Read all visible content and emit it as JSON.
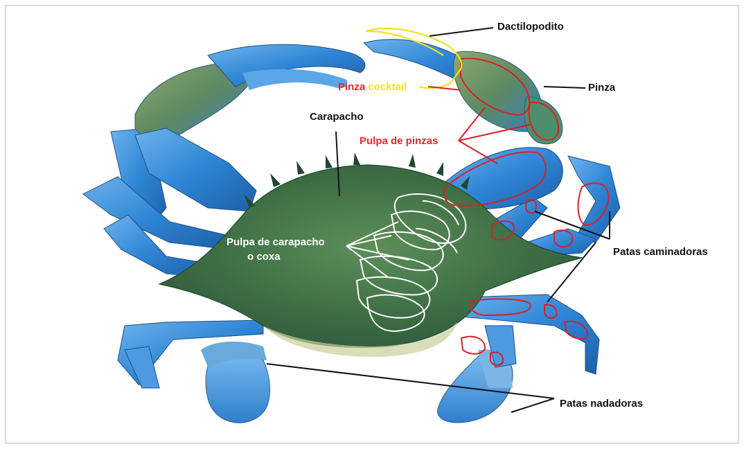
{
  "labels": {
    "dactilopodito": "Dactilopodito",
    "pinza": "Pinza",
    "pinza_cocktail_word1": "Pinza",
    "pinza_cocktail_word2": "cocktail",
    "carapacho": "Carapacho",
    "pulpa_de_pinzas": "Pulpa de pinzas",
    "pulpa_de_carapacho_line1": "Pulpa de carapacho",
    "pulpa_de_carapacho_line2": "o coxa",
    "patas_caminadoras": "Patas caminadoras",
    "patas_nadadoras": "Patas nadadoras"
  },
  "colors": {
    "label_black": "#111111",
    "label_red": "#e8262b",
    "label_yellow": "#f2e21b",
    "label_white": "#ffffff",
    "crab_body": "#4f7f4a",
    "crab_blue": "#3f8fd8",
    "outline_red": "#d8202a",
    "outline_white": "#ffffff"
  }
}
